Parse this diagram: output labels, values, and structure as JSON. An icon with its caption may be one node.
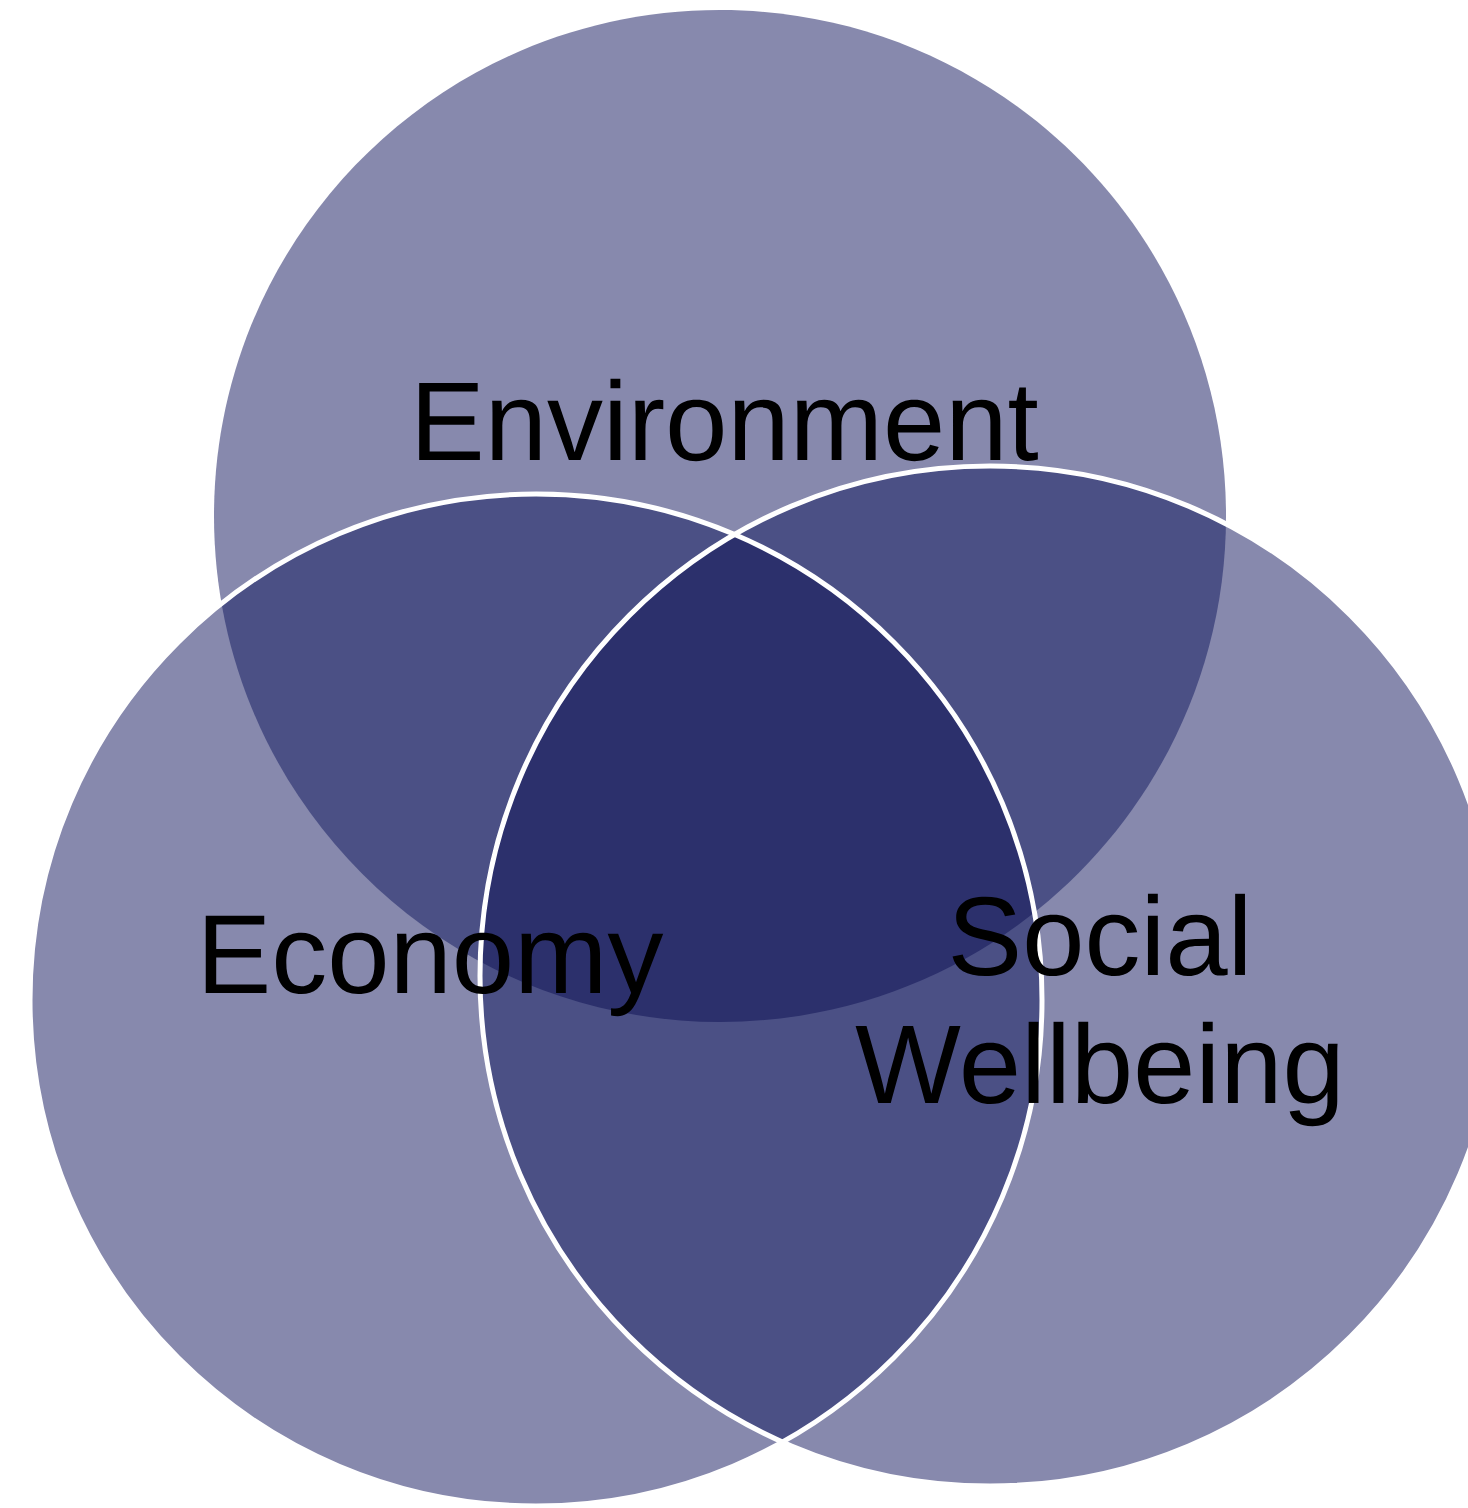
{
  "diagram": {
    "nodes": [
      {
        "text": [
          "Environment"
        ]
      },
      {
        "text": [
          "Economy"
        ]
      },
      {
        "text": [
          "Social Wellbeing"
        ]
      }
    ]
  }
}
